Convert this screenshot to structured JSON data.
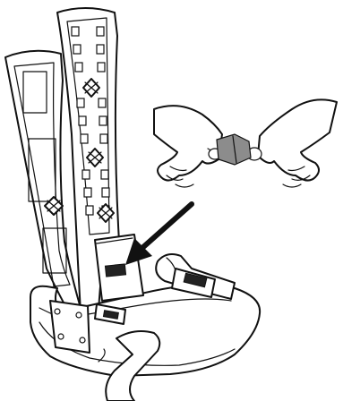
{
  "illustration": {
    "subject": "brace-with-strap-attachment",
    "parts": [
      "rear-upright-panel",
      "front-upright-panel",
      "foot-shell",
      "strap-buckle",
      "hook-loop-patch",
      "indicator-arrow",
      "hands-detail"
    ],
    "colors": {
      "line": "#111111",
      "fill": "#ffffff",
      "patch": "#8c8c8c",
      "arrow": "#111111"
    }
  }
}
